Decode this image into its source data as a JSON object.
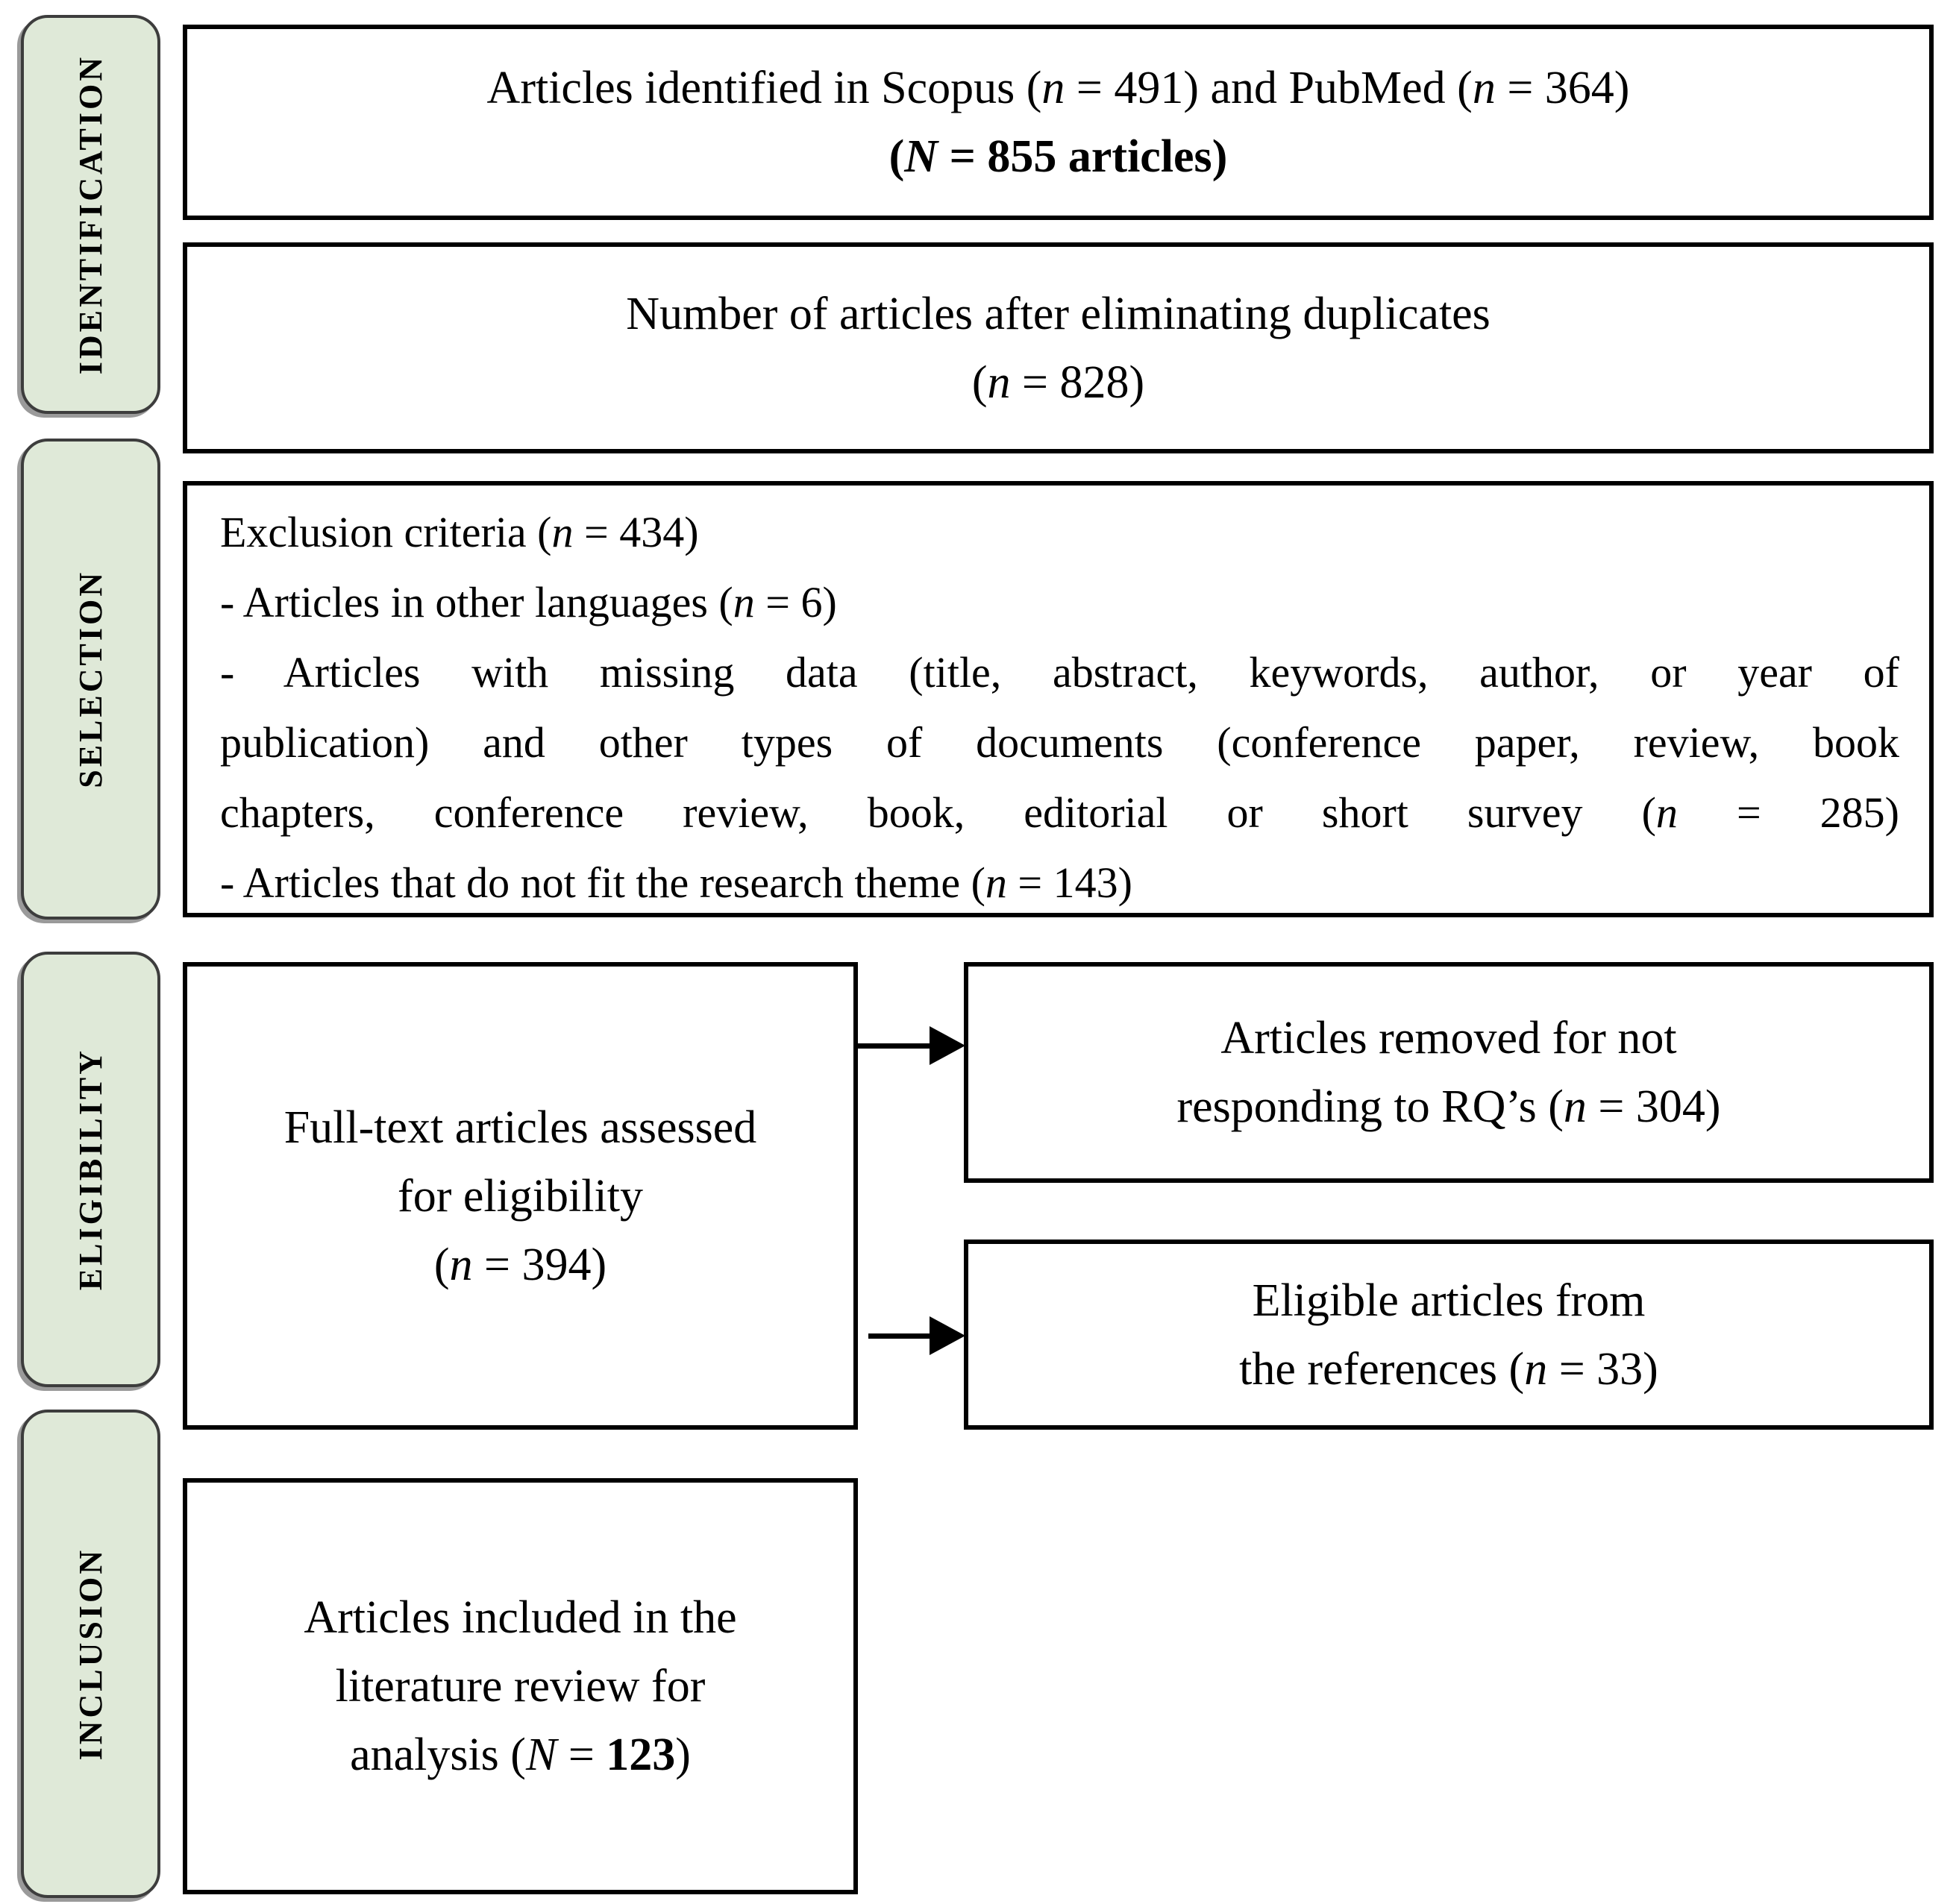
{
  "figure": {
    "type": "prisma-literature-review-flow",
    "colors": {
      "stage_fill": "#dfe9d8",
      "stage_border": "#3d3d3d",
      "box_border": "#000000",
      "background": "#ffffff",
      "text": "#000000"
    }
  },
  "stages": [
    {
      "label": "IDENTIFICATION"
    },
    {
      "label": "SELECTION"
    },
    {
      "label": "ELIGIBILITY"
    },
    {
      "label": "INCLUSION"
    }
  ],
  "boxes": {
    "identified": {
      "l1a": "Articles identified in Scopus (",
      "l1n1": "n",
      "l1b": " = 491) and PubMed (",
      "l1n2": "n",
      "l1c": " = 364)",
      "l2a": "(",
      "l2n": "N",
      "l2b": " = 855 articles)"
    },
    "deduplicated": {
      "l1": "Number of articles after eliminating duplicates",
      "l2a": "(",
      "l2n": "n",
      "l2b": " = 828)"
    },
    "exclusion": {
      "l1a": "Exclusion criteria (",
      "l1n": "n",
      "l1b": " = 434)",
      "l2a": "- Articles in other languages (",
      "l2n": "n",
      "l2b": " = 6)",
      "l3": "- Articles with missing data (title, abstract, keywords, author, or year of",
      "l4": "publication) and other types of documents (conference paper, review, book",
      "l5a": "chapters, conference review, book, editorial or short survey (",
      "l5n": "n",
      "l5b": " = 285)",
      "l6a": "- Articles that do not fit the research theme (",
      "l6n": "n",
      "l6b": " = 143)"
    },
    "fulltext": {
      "l1": "Full-text articles assessed",
      "l2": "for eligibility",
      "l3a": "(",
      "l3n": "n",
      "l3b": " = 394)"
    },
    "removed": {
      "l1": "Articles removed for not",
      "l2a": "responding to RQ’s (",
      "l2n": "n",
      "l2b": " = 304)"
    },
    "references": {
      "l1": "Eligible articles from",
      "l2a": "the references (",
      "l2n": "n",
      "l2b": " = 33)"
    },
    "included": {
      "l1": "Articles included in the",
      "l2": "literature review for",
      "l3a": "analysis (",
      "l3n": "N",
      "l3b": " = ",
      "l3c": "123",
      "l3d": ")"
    }
  }
}
